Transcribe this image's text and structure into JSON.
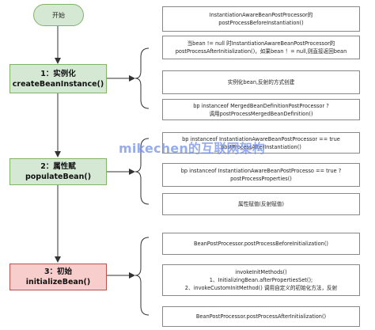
{
  "start_label": "开始",
  "stages": [
    {
      "line1": "1：实例化",
      "line2": "createBeanInstance()"
    },
    {
      "line1": "2：属性赋",
      "line2": "populateBean()"
    },
    {
      "line1": "3：初始",
      "line2": "initializeBean()"
    }
  ],
  "notes": {
    "top": [
      "InstantiationAwareBeanPostProcessor的",
      "postProcessBeforeInstantiation()"
    ],
    "s1": [
      [
        "当bean != null 时InstantiationAwareBeanPostProcessor的",
        "postProcessAfterInitialization()，如果bean ！= null,则直接返回bean"
      ],
      [
        "实例化bean,反射的方式创建"
      ],
      [
        "bp instanceof MergedBeanDefinitionPostProcessor ?",
        "调用postProcessMergedBeanDefinition()"
      ]
    ],
    "s2": [
      [
        "bp instanceof InstantiationAwareBeanPostProcessor == true",
        "postProcessAfterInstantiation()"
      ],
      [
        "bp instanceof InstantiationAwareBeanPostProcesso == true ?",
        "postProcessProperties()"
      ],
      [
        "属性赋值(反射赋值)"
      ]
    ],
    "s3": [
      [
        "BeanPostProcessor.postProcessBeforeInitialization()"
      ],
      [
        "invokeInitMethods()",
        "1、InitializingBean.afterPropertiesSet();",
        "2、invokeCustomInitMethod() 调用自定义的初始化方法，反射"
      ],
      [
        "BeanPostProcessor.postProcessAfterInitialization()"
      ]
    ]
  },
  "watermark": "mikechen的互联网架构",
  "colors": {
    "green_fill": "#d5e8d4",
    "green_stroke": "#82b366",
    "pink_fill": "#f8cecc",
    "pink_stroke": "#b85450"
  }
}
